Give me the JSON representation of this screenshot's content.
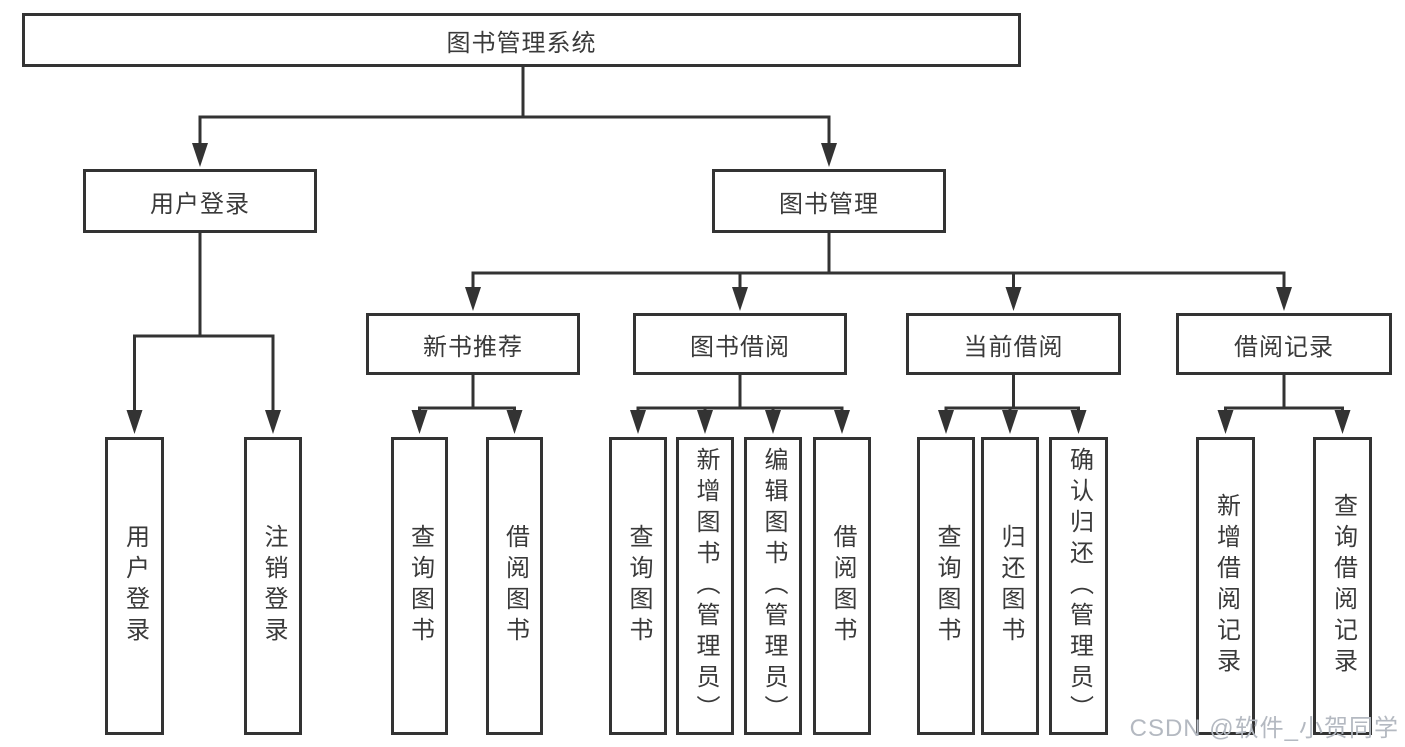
{
  "tree": {
    "root": {
      "label": "图书管理系统"
    },
    "branches": [
      {
        "label": "用户登录",
        "children": [
          {
            "label": "用户登录"
          },
          {
            "label": "注销登录"
          }
        ]
      },
      {
        "label": "图书管理",
        "sections": [
          {
            "label": "新书推荐",
            "children": [
              {
                "label": "查询图书"
              },
              {
                "label": "借阅图书"
              }
            ]
          },
          {
            "label": "图书借阅",
            "children": [
              {
                "label": "查询图书"
              },
              {
                "label": "新增图书（管理员）"
              },
              {
                "label": "编辑图书（管理员）"
              },
              {
                "label": "借阅图书"
              }
            ]
          },
          {
            "label": "当前借阅",
            "children": [
              {
                "label": "查询图书"
              },
              {
                "label": "归还图书"
              },
              {
                "label": "确认归还（管理员）"
              }
            ]
          },
          {
            "label": "借阅记录",
            "children": [
              {
                "label": "新增借阅记录"
              },
              {
                "label": "查询借阅记录"
              }
            ]
          }
        ]
      }
    ]
  },
  "watermark": {
    "text": "CSDN @软件_小贺同学"
  },
  "colors": {
    "line": "#333333",
    "box_border": "#333333",
    "box_fill": "#ffffff",
    "text": "#3a3a3a",
    "watermark": "#b4b9c1",
    "background": "#ffffff"
  }
}
